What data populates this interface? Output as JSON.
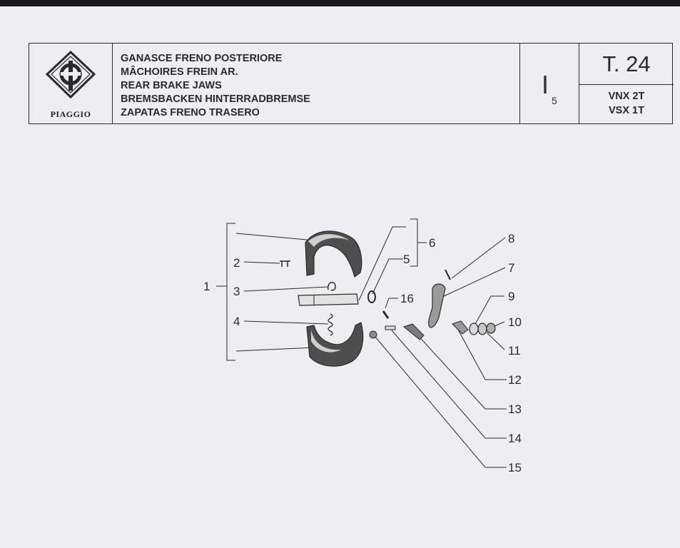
{
  "header": {
    "brand": "PIAGGIO",
    "titles": [
      "GANASCE FRENO POSTERIORE",
      "MÂCHOIRES FREIN AR.",
      "REAR BRAKE JAWS",
      "BREMSBACKEN HINTERRADBREMSE",
      "ZAPATAS FRENO TRASERO"
    ],
    "section": {
      "letter": "I",
      "sub": "5"
    },
    "table_number": "T. 24",
    "models": [
      "VNX 2T",
      "VSX 1T"
    ]
  },
  "callouts": {
    "c1": "1",
    "c2": "2",
    "c3": "3",
    "c4": "4",
    "c5": "5",
    "c6": "6",
    "c7": "7",
    "c8": "8",
    "c9": "9",
    "c10": "10",
    "c11": "11",
    "c12": "12",
    "c13": "13",
    "c14": "14",
    "c15": "15",
    "c16": "16"
  },
  "colors": {
    "paper": "#eeedf2",
    "ink": "#2a2a2a",
    "part_dark": "#5a5a5a",
    "part_light": "#d8d8d8"
  }
}
